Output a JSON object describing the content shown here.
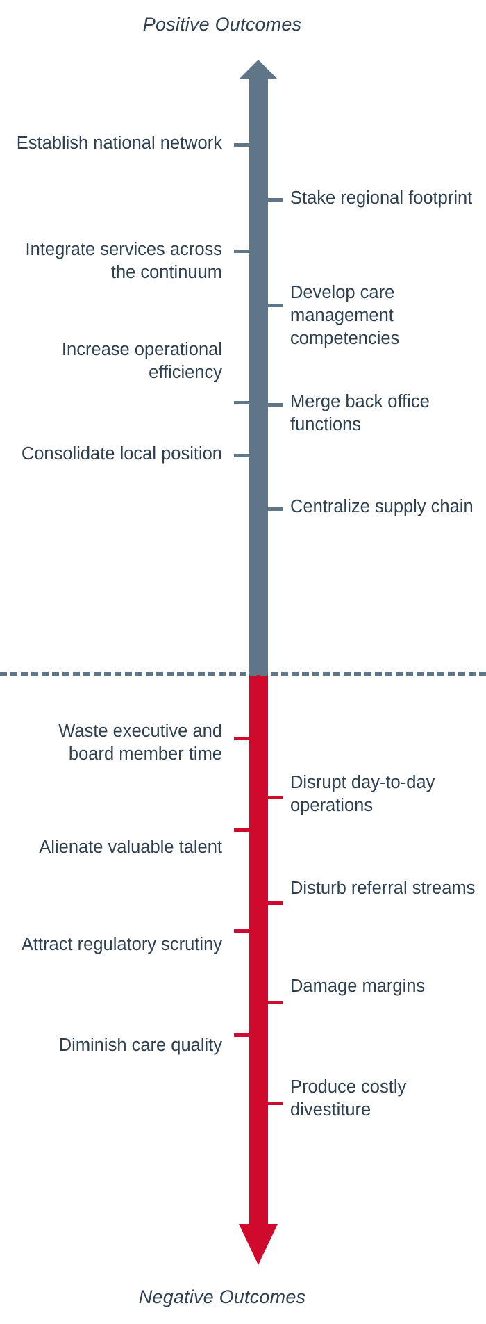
{
  "titles": {
    "positive": "Positive Outcomes",
    "negative": "Negative Outcomes"
  },
  "colors": {
    "positive": "#5f7688",
    "negative": "#d00a2c",
    "text": "#2e3f4f",
    "background": "#ffffff"
  },
  "chart_data": {
    "type": "diagram",
    "title": "Positive Outcomes / Negative Outcomes spectrum arrow",
    "axis_top_label": "Positive Outcomes",
    "axis_bottom_label": "Negative Outcomes",
    "divider": "dashed midpoint separating positive (upper, slate blue) from negative (lower, red)",
    "positive_items_left": [
      "Establish national network",
      "Integrate services across the continuum",
      "Increase operational efficiency",
      "Consolidate local position"
    ],
    "positive_items_right": [
      "Stake regional footprint",
      "Develop care management competencies",
      "Merge back office functions",
      "Centralize supply chain"
    ],
    "negative_items_left": [
      "Waste executive and board member time",
      "Alienate valuable talent",
      "Attract regulatory scrutiny",
      "Diminish care quality"
    ],
    "negative_items_right": [
      "Disrupt day-to-day operations",
      "Disturb referral streams",
      "Damage margins",
      "Produce costly divestiture"
    ]
  },
  "positive": {
    "left": [
      {
        "text": "Establish national network"
      },
      {
        "text": "Integrate services across the continuum"
      },
      {
        "text": "Increase operational efficiency"
      },
      {
        "text": "Consolidate local position"
      }
    ],
    "right": [
      {
        "text": "Stake regional footprint"
      },
      {
        "text": "Develop care management competencies"
      },
      {
        "text": "Merge back office functions"
      },
      {
        "text": "Centralize supply chain"
      }
    ]
  },
  "negative": {
    "left": [
      {
        "text": "Waste executive and board member time"
      },
      {
        "text": "Alienate valuable talent"
      },
      {
        "text": "Attract regulatory scrutiny"
      },
      {
        "text": "Diminish care quality"
      }
    ],
    "right": [
      {
        "text": "Disrupt day-to-day operations"
      },
      {
        "text": "Disturb referral streams"
      },
      {
        "text": "Damage margins"
      },
      {
        "text": "Produce costly divestiture"
      }
    ]
  },
  "icons": {
    "arrow_up": "arrow-up-icon",
    "arrow_down": "arrow-down-icon",
    "divider": "dashed-divider"
  }
}
